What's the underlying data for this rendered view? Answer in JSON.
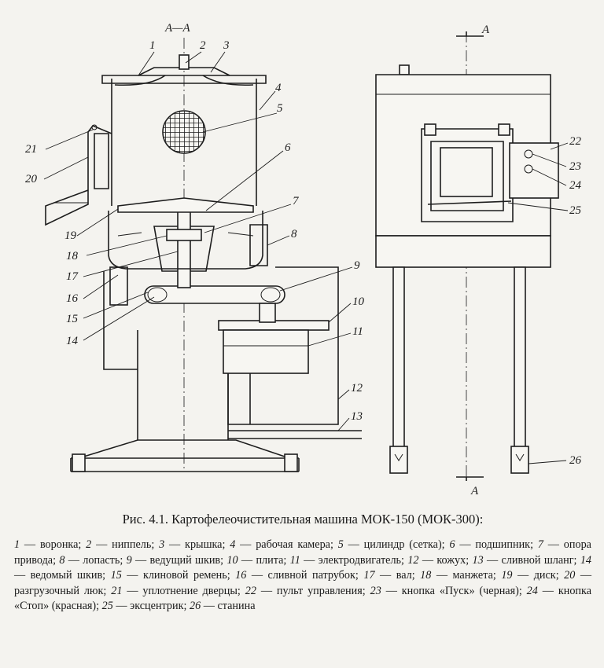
{
  "section_labels": {
    "top": "А—А",
    "right_top": "А",
    "right_bottom": "А"
  },
  "callouts": [
    "1",
    "2",
    "3",
    "4",
    "5",
    "6",
    "7",
    "8",
    "9",
    "10",
    "11",
    "12",
    "13",
    "14",
    "15",
    "16",
    "17",
    "18",
    "19",
    "20",
    "21",
    "22",
    "23",
    "24",
    "25",
    "26"
  ],
  "caption": "Рис. 4.1. Картофелеочистительная машина МОК-150 (МОК-300):",
  "legend": [
    {
      "n": "1",
      "t": "воронка"
    },
    {
      "n": "2",
      "t": "ниппель"
    },
    {
      "n": "3",
      "t": "крышка"
    },
    {
      "n": "4",
      "t": "рабочая камера"
    },
    {
      "n": "5",
      "t": "цилиндр (сетка)"
    },
    {
      "n": "6",
      "t": "подшипник"
    },
    {
      "n": "7",
      "t": "опора привода"
    },
    {
      "n": "8",
      "t": "лопасть"
    },
    {
      "n": "9",
      "t": "ведущий шкив"
    },
    {
      "n": "10",
      "t": "плита"
    },
    {
      "n": "11",
      "t": "электродвигатель"
    },
    {
      "n": "12",
      "t": "кожух"
    },
    {
      "n": "13",
      "t": "сливной шланг"
    },
    {
      "n": "14",
      "t": "ведомый шкив"
    },
    {
      "n": "15",
      "t": "клиновой ремень"
    },
    {
      "n": "16",
      "t": "сливной патрубок"
    },
    {
      "n": "17",
      "t": "вал"
    },
    {
      "n": "18",
      "t": "манжета"
    },
    {
      "n": "19",
      "t": "диск"
    },
    {
      "n": "20",
      "t": "разгрузочный люк"
    },
    {
      "n": "21",
      "t": "уплотнение дверцы"
    },
    {
      "n": "22",
      "t": "пульт управления"
    },
    {
      "n": "23",
      "t": "кнопка «Пуск» (черная)"
    },
    {
      "n": "24",
      "t": "кнопка «Стоп» (красная)"
    },
    {
      "n": "25",
      "t": "эксцентрик"
    },
    {
      "n": "26",
      "t": "станина"
    }
  ]
}
